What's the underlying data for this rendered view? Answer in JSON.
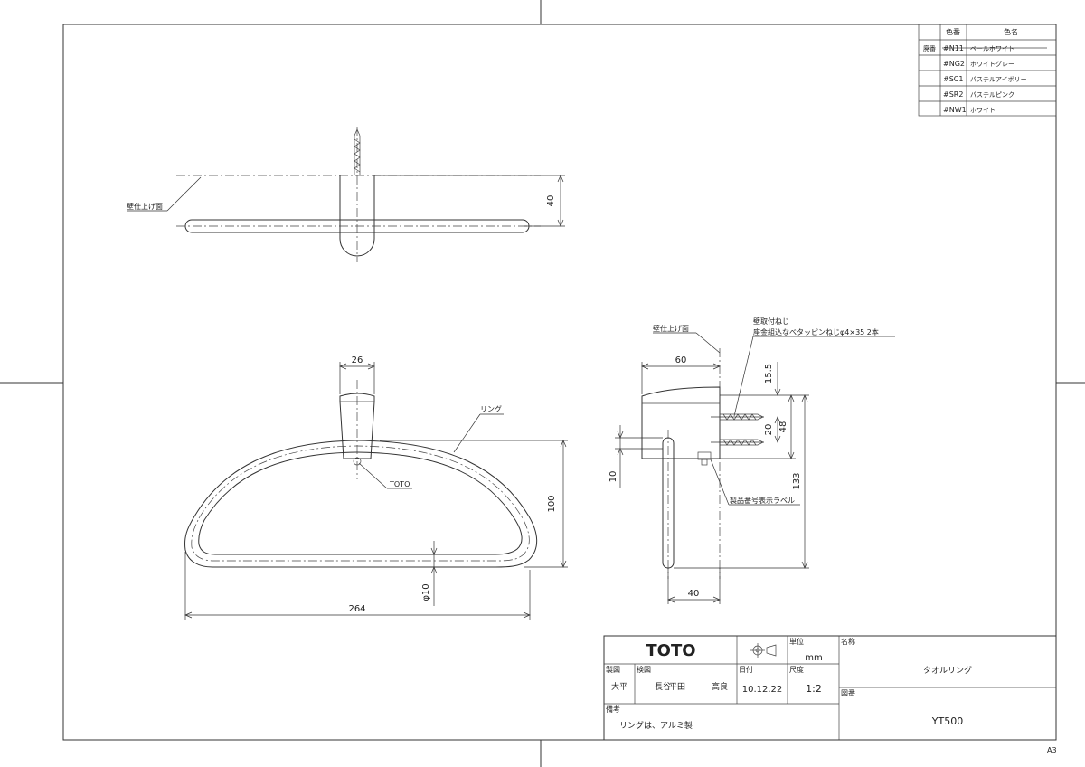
{
  "color_table": {
    "header_code": "色番",
    "header_name": "色名",
    "discontinued_mark": "廃番",
    "rows": [
      {
        "code": "#N11",
        "name": "ペールホワイト",
        "struck": true
      },
      {
        "code": "#NG2",
        "name": "ホワイトグレー",
        "struck": false
      },
      {
        "code": "#SC1",
        "name": "パステルアイボリー",
        "struck": false
      },
      {
        "code": "#SR2",
        "name": "パステルピンク",
        "struck": false
      },
      {
        "code": "#NW1",
        "name": "ホワイト",
        "struck": false
      }
    ]
  },
  "top_view": {
    "wall_label": "壁仕上げ面",
    "dim_40": "40"
  },
  "front_view": {
    "dim_26": "26",
    "ring_label": "リング",
    "brand_label": "TOTO",
    "dim_100": "100",
    "dim_phi10": "φ10",
    "dim_264": "264"
  },
  "side_view": {
    "wall_label": "壁仕上げ面",
    "screw_note_line1": "壁取付ねじ",
    "screw_note_line2": "座金組込なべタッピンねじφ4×35  2本",
    "dim_60": "60",
    "dim_15_5": "15.5",
    "dim_20": "20",
    "dim_48": "48",
    "dim_133": "133",
    "dim_10": "10",
    "dim_40": "40",
    "product_label": "製品番号表示ラベル"
  },
  "title_block": {
    "logo": "TOTO",
    "unit_label": "単位",
    "unit_value": "mm",
    "name_label": "名称",
    "name_value": "タオルリング",
    "drawn_label": "製図",
    "drawn_value": "大平",
    "checked_label": "検図",
    "checked_value_1": "長谷",
    "checked_value_2": "平田",
    "checked_value_3": "高良",
    "date_label": "日付",
    "date_value": "10.12.22",
    "scale_label": "尺度",
    "scale_value": "1:2",
    "drawing_no_label": "図番",
    "drawing_no_value": "YT500",
    "remarks_label": "備考",
    "remarks_value": "リングは、アルミ製"
  },
  "sheet_size": "A3"
}
